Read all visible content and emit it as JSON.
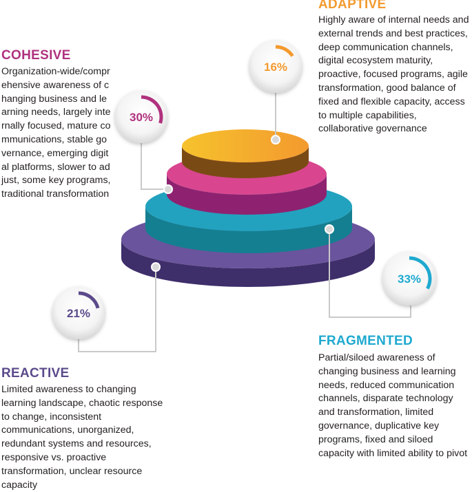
{
  "levels": {
    "adaptive": {
      "title": "ADAPTIVE",
      "percent": 16,
      "percent_label": "16%",
      "color": "#f39a2e",
      "description": "Highly aware of internal needs and external trends and best practices, deep communication channels, digital ecosystem maturity, proactive, focused programs, agile transformation, good balance of fixed and flexible capacity, access to multiple capabilities, collaborative governance"
    },
    "cohesive": {
      "title": "COHESIVE",
      "percent": 30,
      "percent_label": "30%",
      "color": "#b0317e",
      "description": "Organization-wide/comprehensive awareness of changing business and learning needs, largely internally focused, mature communications, stable governance, emerging digital platforms, slower to adjust, some key programs, traditional transformation"
    },
    "fragmented": {
      "title": "FRAGMENTED",
      "percent": 33,
      "percent_label": "33%",
      "color": "#1ea9cf",
      "description": "Partial/siloed awareness of changing business and learning needs, reduced communication channels, disparate technology and transformation, limited governance, duplicative key programs, fixed and siloed capacity with limited ability to pivot"
    },
    "reactive": {
      "title": "REACTIVE",
      "percent": 21,
      "percent_label": "21%",
      "color": "#5b4a8b",
      "description": "Limited awareness to changing learning landscape, chaotic response to change, inconsistent communications, unorganized, redundant systems and resources, responsive vs. proactive transformation, unclear resource capacity"
    }
  },
  "tier_colors": {
    "top_face": [
      "#f6c22d",
      "#f39a2e"
    ],
    "top_side": "#7a4a14",
    "second_face": "#d9468f",
    "second_side": "#8e2270",
    "third_face": "#22a2bf",
    "third_side": "#147f90",
    "bottom_face": "#6a549d",
    "bottom_side": "#3e2e6a"
  }
}
